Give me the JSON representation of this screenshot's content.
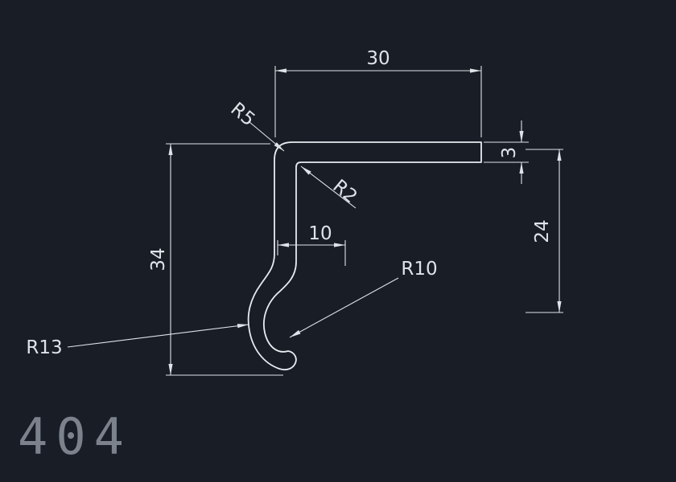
{
  "colors": {
    "background": "#181d26",
    "line": "#e8ebef",
    "dim": "#dfe3e8",
    "part_number": "#7c828c"
  },
  "labels": {
    "dim_top_width": "30",
    "dim_thickness": "3",
    "dim_right_height": "24",
    "dim_left_height": "34",
    "dim_hook_offset": "10",
    "radius_top_outer": "R5",
    "radius_top_inner": "R2",
    "radius_hook_inner": "R10",
    "radius_hook_outer": "R13"
  },
  "part_number": "404"
}
